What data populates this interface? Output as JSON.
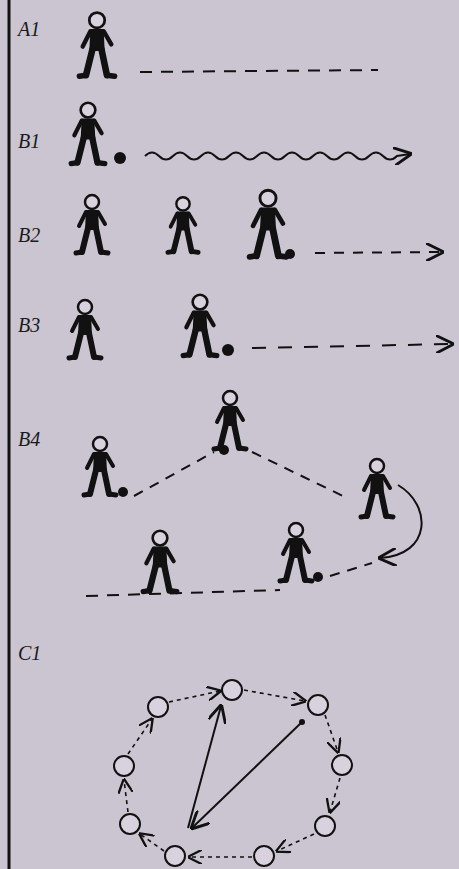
{
  "diagram": {
    "labels": [
      "A1",
      "B1",
      "B2",
      "B3",
      "B4",
      "C1"
    ]
  }
}
